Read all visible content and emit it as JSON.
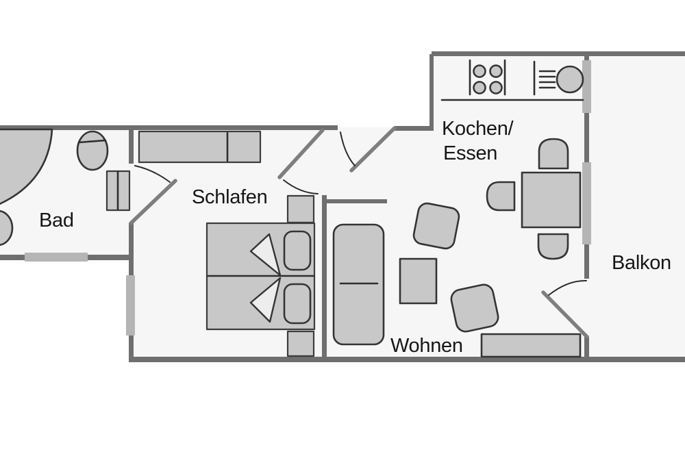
{
  "palette": {
    "wall": "#6f6f6f",
    "window": "#b5b5b5",
    "furniture_fill": "#c8c8c8",
    "outline": "#343434",
    "floor": "#f6f6f6",
    "text": "#161616",
    "background": "#ffffff"
  },
  "rooms": {
    "bad": {
      "label": "Bad",
      "furniture": [
        "shower-icon",
        "toilet-icon",
        "washbasin-icon",
        "washing-machine-icon"
      ]
    },
    "schlafen": {
      "label": "Schlafen",
      "furniture": [
        "wardrobe-icon",
        "double-bed-icon",
        "nightstand-icon",
        "nightstand-icon"
      ]
    },
    "kochen_essen": {
      "label_line1": "Kochen/",
      "label_line2": "Essen",
      "furniture": [
        "stove-icon",
        "sink-icon",
        "kitchen-counter",
        "dining-table-icon",
        "dining-chair-icon",
        "dining-chair-icon",
        "dining-chair-icon"
      ]
    },
    "wohnen": {
      "label": "Wohnen",
      "furniture": [
        "sofa-icon",
        "coffee-table-icon",
        "armchair-icon",
        "armchair-icon",
        "sideboard-icon"
      ]
    },
    "balkon": {
      "label": "Balkon",
      "furniture": []
    }
  },
  "openings": [
    "bad-door",
    "schlafen-door",
    "entry-door",
    "balcony-door"
  ],
  "windows_count": 4
}
